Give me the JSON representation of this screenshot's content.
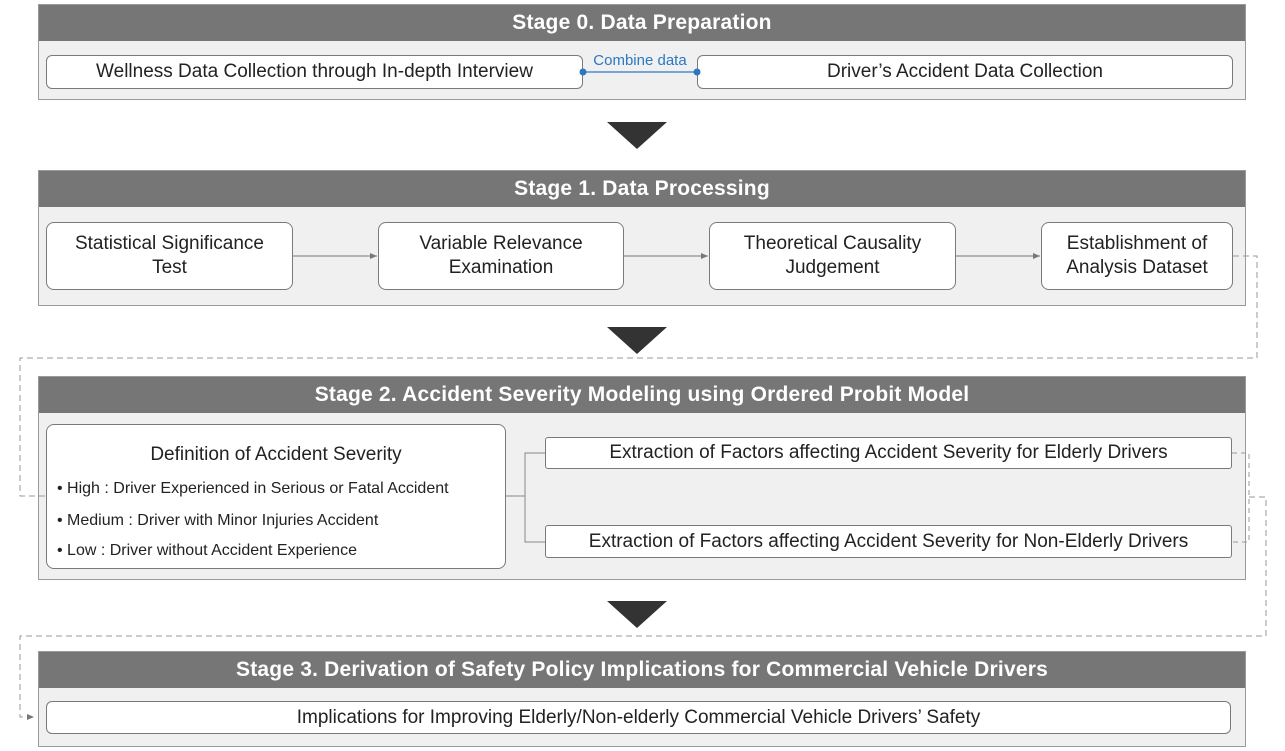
{
  "stage0": {
    "title": "Stage 0. Data Preparation",
    "left_box": "Wellness Data Collection through In-depth Interview",
    "connector_label": "Combine data",
    "right_box": "Driver’s Accident Data Collection"
  },
  "stage1": {
    "title": "Stage 1. Data Processing",
    "steps": [
      "Statistical Significance Test",
      "Variable Relevance Examination",
      "Theoretical Causality Judgement",
      "Establishment of Analysis Dataset"
    ]
  },
  "stage2": {
    "title": "Stage 2. Accident Severity Modeling using Ordered Probit Model",
    "definition": {
      "title": "Definition of Accident Severity",
      "items": [
        "• High : Driver Experienced in Serious or Fatal Accident",
        "• Medium : Driver with Minor Injuries Accident",
        "• Low : Driver without Accident Experience"
      ]
    },
    "extract_elderly": "Extraction of Factors affecting Accident Severity for Elderly Drivers",
    "extract_nonelderly": "Extraction of Factors affecting Accident Severity for Non-Elderly Drivers"
  },
  "stage3": {
    "title": "Stage 3. Derivation of Safety Policy Implications for Commercial Vehicle Drivers",
    "box": "Implications for Improving Elderly/Non-elderly Commercial Vehicle Drivers’ Safety"
  },
  "colors": {
    "header_bg": "#767676",
    "stage_bg": "#f0f0f0",
    "connector_blue": "#2a78c2",
    "arrow": "#333333"
  }
}
